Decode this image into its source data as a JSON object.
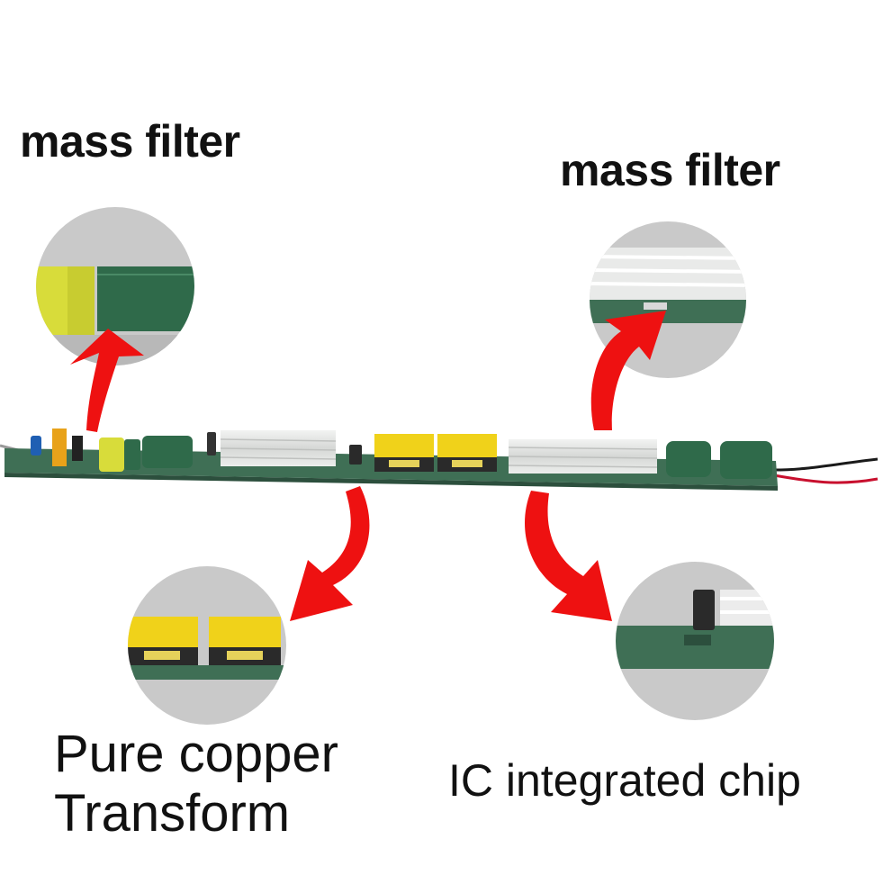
{
  "labels": {
    "top_left": "mass filter",
    "top_right": "mass filter",
    "bottom_left_line1": "Pure copper",
    "bottom_left_line2": "Transform",
    "bottom_right": "IC integrated chip"
  },
  "colors": {
    "arrow": "#ee1111",
    "pcb": "#3f6f55",
    "transformer": "#f0d21a",
    "inductor": "#2f6a4a",
    "heatsink": "#e2e4e2",
    "magnifier_bg": "#c9c9c9"
  }
}
